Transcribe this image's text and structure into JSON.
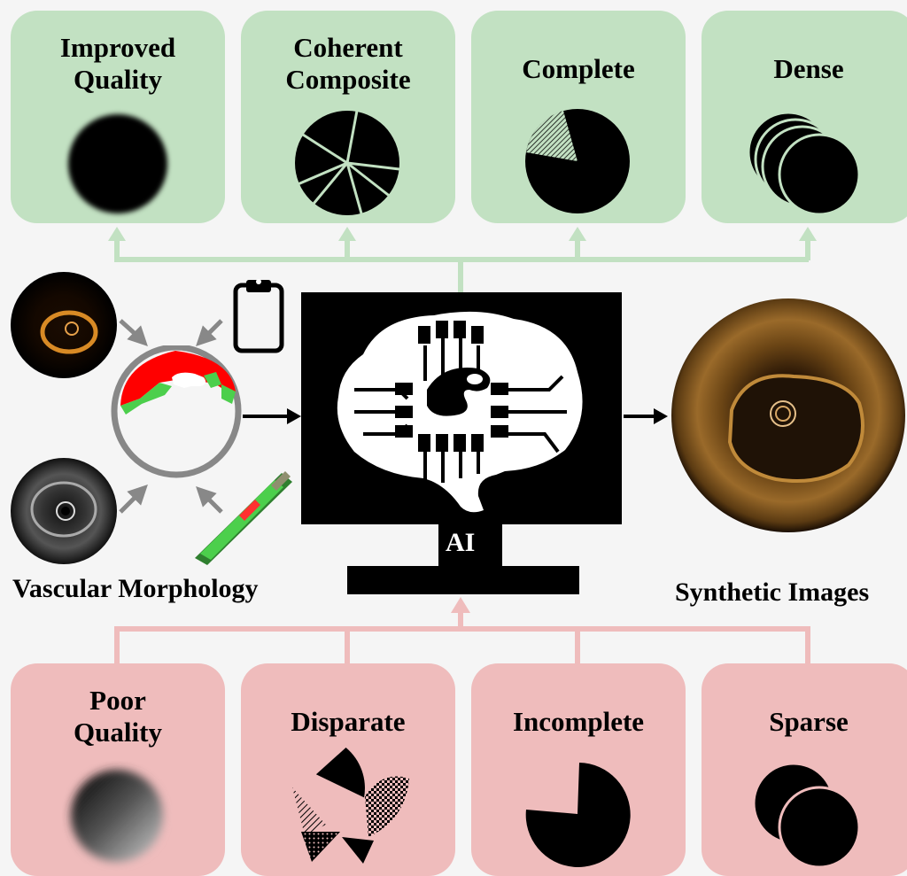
{
  "good_outcomes": [
    {
      "label_lines": [
        "Improved",
        "Quality"
      ]
    },
    {
      "label_lines": [
        "Coherent",
        "Composite"
      ]
    },
    {
      "label_lines": [
        "Complete"
      ]
    },
    {
      "label_lines": [
        "Dense"
      ]
    }
  ],
  "bad_inputs": [
    {
      "label_lines": [
        "Poor",
        "Quality"
      ]
    },
    {
      "label_lines": [
        "Disparate"
      ]
    },
    {
      "label_lines": [
        "Incomplete"
      ]
    },
    {
      "label_lines": [
        "Sparse"
      ]
    }
  ],
  "center": {
    "monitor_label": "AI"
  },
  "left_caption": "Vascular Morphology",
  "right_caption": "Synthetic Images",
  "colors": {
    "good_bg": "#c2e1c2",
    "bad_bg": "#efbcbc",
    "segmentation_red": "#ff0000",
    "segmentation_green": "#4ccf4c",
    "vessel_gray": "#777777",
    "oct_orange": "#c08a3a"
  },
  "icons": [
    "clipboard-icon",
    "brain-circuit-icon",
    "monitor-icon",
    "vessel-3d-icon",
    "oct-scan-icon",
    "ivus-scan-icon"
  ]
}
